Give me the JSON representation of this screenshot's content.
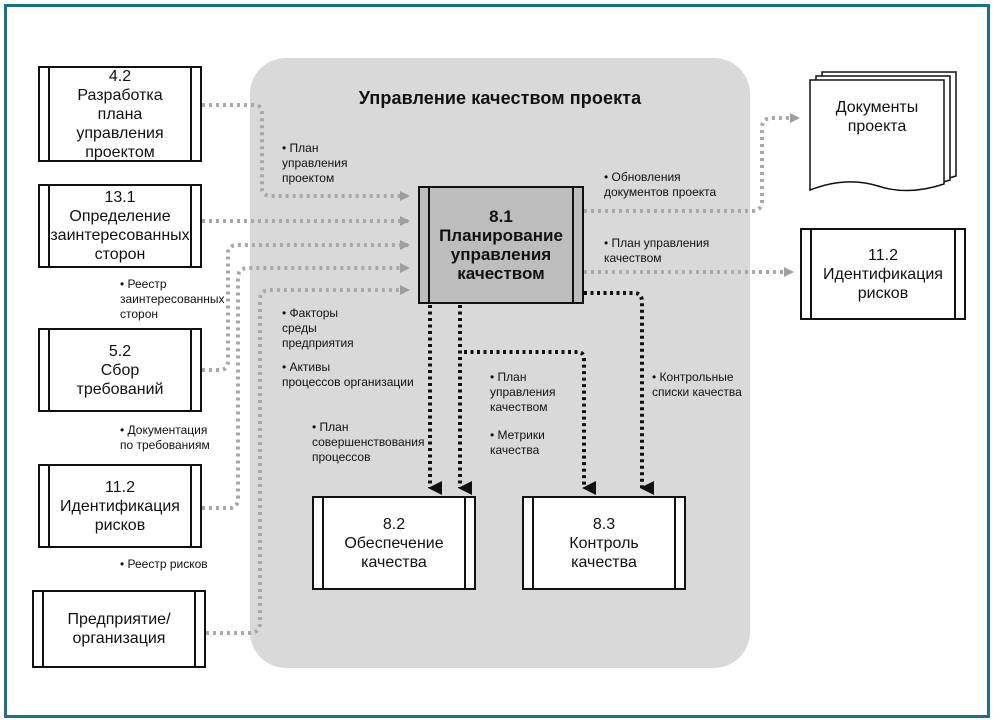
{
  "diagram": {
    "title": "Управление качеством проекта",
    "inputs": [
      {
        "id": "4.2",
        "text": "4.2\nРазработка плана\nуправления\nпроектом"
      },
      {
        "id": "13.1",
        "text": "13.1\nОпределение\nзаинтересованных\nсторон"
      },
      {
        "id": "5.2",
        "text": "5.2\nСбор\nтребований"
      },
      {
        "id": "11.2-in",
        "text": "11.2\nИдентификация\nрисков"
      },
      {
        "id": "org",
        "text": "Предприятие/\nорганизация"
      }
    ],
    "central": {
      "text": "8.1\nПланирование\nуправления\nкачеством"
    },
    "outputs": {
      "documents": "Документы\nпроекта",
      "risks": "11.2\nИдентификация\nрисков",
      "assurance": "8.2\nОбеспечение\nкачества",
      "control": "8.3\nКонтроль\nкачества"
    },
    "labels": {
      "plan_mgmt": "• План\nуправления\nпроектом",
      "stakeholder_reg": "• Реестр\nзаинтересованных\nсторон",
      "req_docs": "• Документация\nпо требованиям",
      "risk_reg": "• Реестр рисков",
      "env_factors": "• Факторы\nсреды\nпредприятия",
      "org_assets": "• Активы\nпроцессов организации",
      "doc_updates": "• Обновления\nдокументов проекта",
      "quality_plan": "• План управления\nкачеством",
      "improve_plan": "• План\nсовершенствования\nпроцессов",
      "quality_plan2": "• План\nуправления\nкачеством",
      "metrics": "• Метрики\nкачества",
      "checklists": "• Контрольные\nсписки качества"
    }
  }
}
